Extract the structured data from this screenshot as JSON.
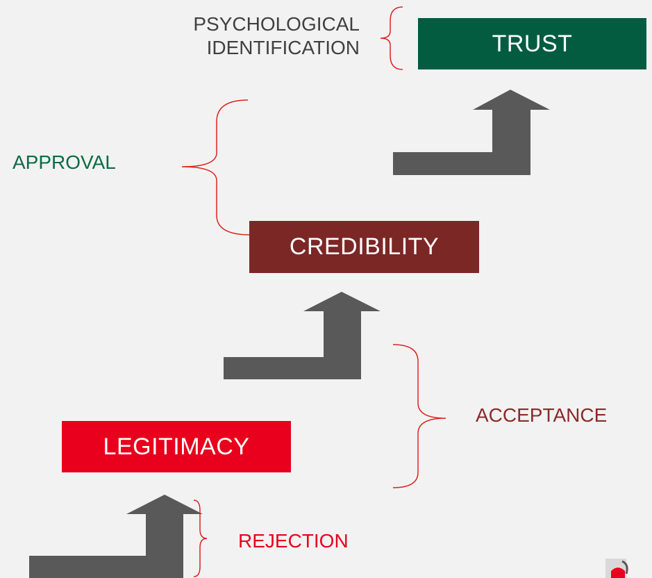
{
  "levels": {
    "trust": "TRUST",
    "credibility": "CREDIBILITY",
    "legitimacy": "LEGITIMACY"
  },
  "annotations": {
    "psychological_line1": "PSYCHOLOGICAL",
    "psychological_line2": "IDENTIFICATION",
    "approval": "APPROVAL",
    "acceptance": "ACCEPTANCE",
    "rejection": "REJECTION"
  },
  "colors": {
    "background": "#f2f2f2",
    "trust_box": "#035c40",
    "credibility_box": "#7b2726",
    "legitimacy_box": "#e8001c",
    "arrow": "#595959",
    "brace": "#e02020",
    "approval_text": "#0d6b45",
    "acceptance_text": "#8c2a2a",
    "rejection_text": "#e8001c"
  }
}
